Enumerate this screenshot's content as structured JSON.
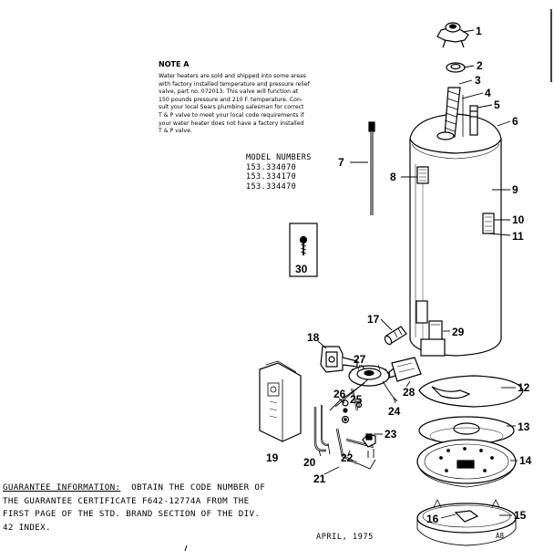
{
  "note": {
    "title": "NOTE A",
    "lines": [
      "Water heaters are sold and shipped into some areas",
      "with factory installed temperature and pressure relief",
      "valve, part no. 072013.  This valve will function at",
      "150 pounds pressure and 210  F. temperature.  Con-",
      "sult your local Sears plumbing salesman for correct",
      "T & P valve to meet your local code requirements if",
      "your water  heater does not have a factory installed",
      "T & P valve."
    ]
  },
  "models": {
    "heading": "MODEL NUMBERS",
    "numbers": [
      "153.334070",
      "153.334170",
      "153.334470"
    ]
  },
  "parts": {
    "p1": "1",
    "p2": "2",
    "p3": "3",
    "p4": "4",
    "p5": "5",
    "p6": "6",
    "p7": "7",
    "p8": "8",
    "p9": "9",
    "p10": "10",
    "p11": "11",
    "p12": "12",
    "p13": "13",
    "p14": "14",
    "p15": "15",
    "p16": "16",
    "p17": "17",
    "p18": "18",
    "p19": "19",
    "p20": "20",
    "p21": "21",
    "p22": "22",
    "p23": "23",
    "p24": "24",
    "p25": "25",
    "p26": "26",
    "p27": "27",
    "p28": "28",
    "p29": "29",
    "p30": "30"
  },
  "guarantee": {
    "heading": "GUARANTEE INFORMATION:",
    "line1_rest": "  OBTAIN THE CODE NUMBER OF",
    "line2": "THE GUARANTEE CERTIFICATE F642-12774A FROM THE",
    "line3": "FIRST PAGE OF THE STD. BRAND SECTION OF THE DIV.",
    "line4": "42 INDEX."
  },
  "footer": {
    "date": "APRIL, 1975",
    "page": "A8"
  }
}
